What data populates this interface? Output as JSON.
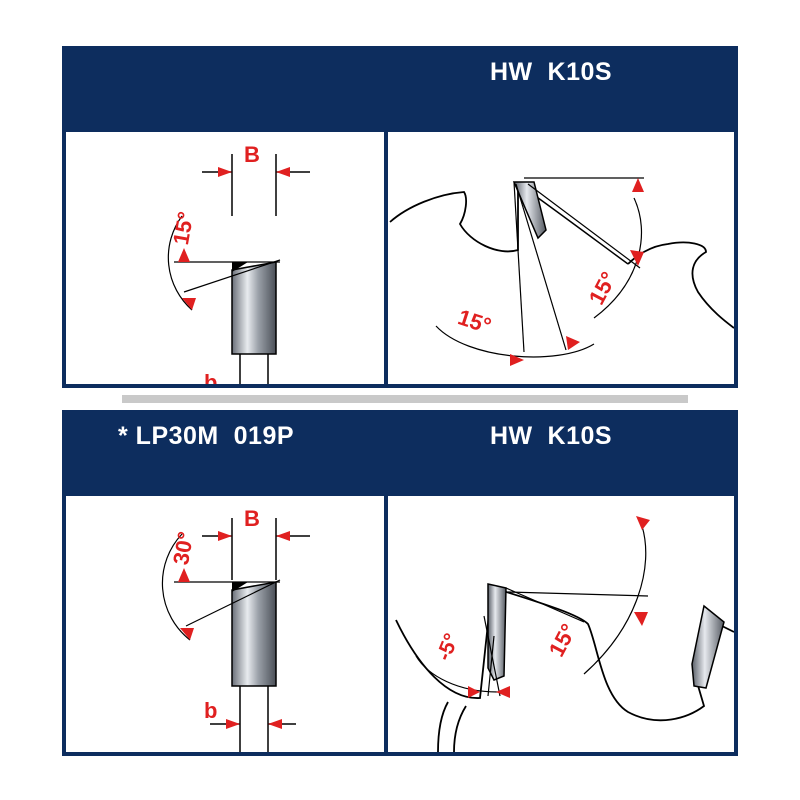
{
  "top_panel": {
    "header_left": "",
    "header_right": "HW  K10S",
    "side_view": {
      "angle_label": "15°",
      "width_label": "B",
      "thickness_label": "b"
    },
    "tooth_view": {
      "rake_label": "15°",
      "clearance_label": "15°"
    }
  },
  "bottom_panel": {
    "header_left": "* LP30M  019P",
    "header_right": "HW  K10S",
    "side_view": {
      "angle_label": "30°",
      "width_label": "B",
      "thickness_label": "b"
    },
    "tooth_view": {
      "rake_label": "-5°",
      "clearance_label": "15°"
    }
  },
  "colors": {
    "panel_blue": "#0d2d5e",
    "annotation_red": "#e02020",
    "divider_gray": "#c9c9c9"
  }
}
